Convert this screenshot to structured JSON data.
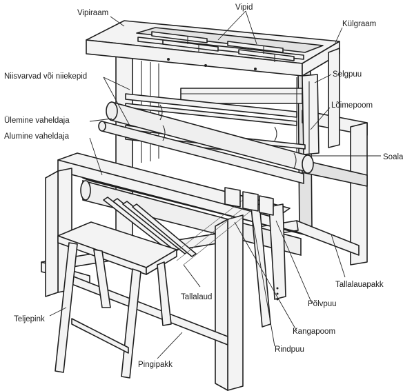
{
  "labels": {
    "vipiraam": "Vipiraam",
    "vipid": "Vipid",
    "kulgraam": "Külgraam",
    "niisvarvad": "Niisvarvad või niiekepid",
    "selgpuu": "Selgpuu",
    "loimepoom": "Lõimepoom",
    "ulemine_vaheldaja": "Ülemine vaheldaja",
    "alumine_vaheldaja": "Alumine vaheldaja",
    "soalaud": "Soala",
    "tallalauapakk": "Tallalauapakk",
    "polvpuu": "Põlvpuu",
    "tallalaud": "Tallalaud",
    "kangapoom": "Kangapoom",
    "teljepink": "Teljepink",
    "rindpuu": "Rindpuu",
    "pingipakk": "Pingipakk"
  }
}
